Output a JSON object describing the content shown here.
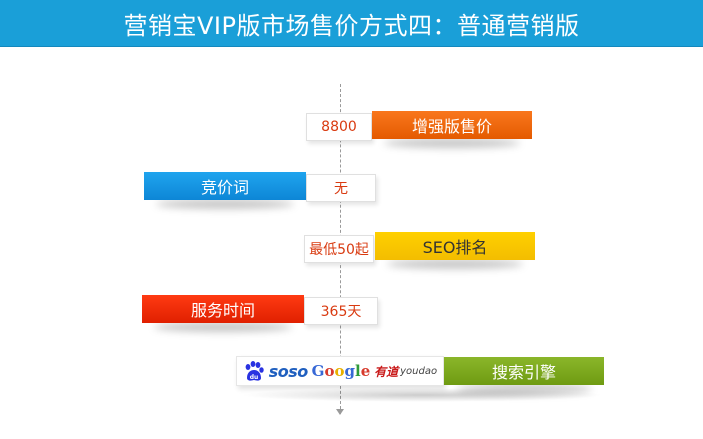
{
  "header": {
    "title": "营销宝VIP版市场售价方式四：普通营销版"
  },
  "rows": [
    {
      "value": "8800",
      "label": "增强版售价"
    },
    {
      "value": "无",
      "label": "竞价词"
    },
    {
      "value": "最低50起",
      "label": "SEO排名"
    },
    {
      "value": "365天",
      "label": "服务时间"
    },
    {
      "label": "搜索引擎"
    }
  ],
  "logos": {
    "soso": "soso",
    "google": [
      "G",
      "o",
      "o",
      "g",
      "l",
      "e"
    ],
    "youdao_cn": "有道",
    "youdao_latin": "youdao"
  },
  "colors": {
    "header": "#1a9fd8",
    "orange": "#f26a0f",
    "blue": "#1796e3",
    "yellow": "#fbc800",
    "red": "#f42f0a",
    "green": "#7fab1f"
  }
}
